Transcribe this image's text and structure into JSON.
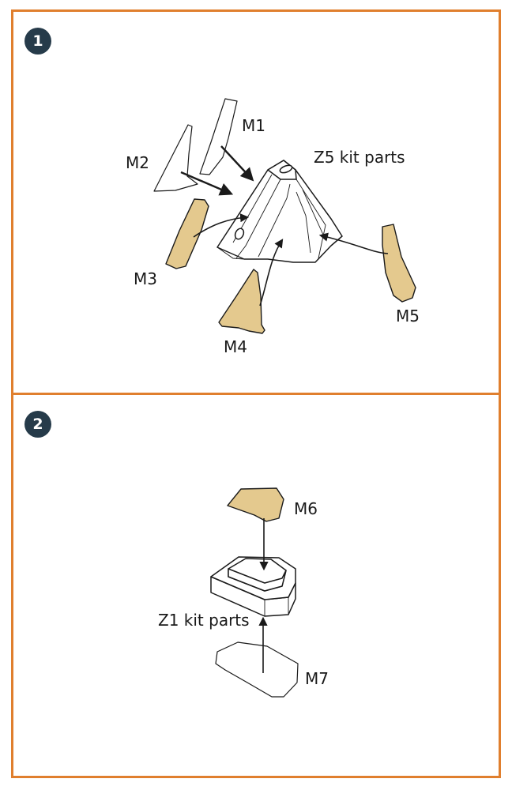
{
  "steps": [
    {
      "number": "1",
      "labels": {
        "m1": "M1",
        "m2": "M2",
        "m3": "M3",
        "m4": "M4",
        "m5": "M5",
        "kit": "Z5 kit parts"
      }
    },
    {
      "number": "2",
      "labels": {
        "m6": "M6",
        "m7": "M7",
        "kit": "Z1 kit parts"
      }
    }
  ],
  "colors": {
    "frame": "#e07f2e",
    "badge": "#263b4a",
    "mask_part": "#e4c98e"
  }
}
